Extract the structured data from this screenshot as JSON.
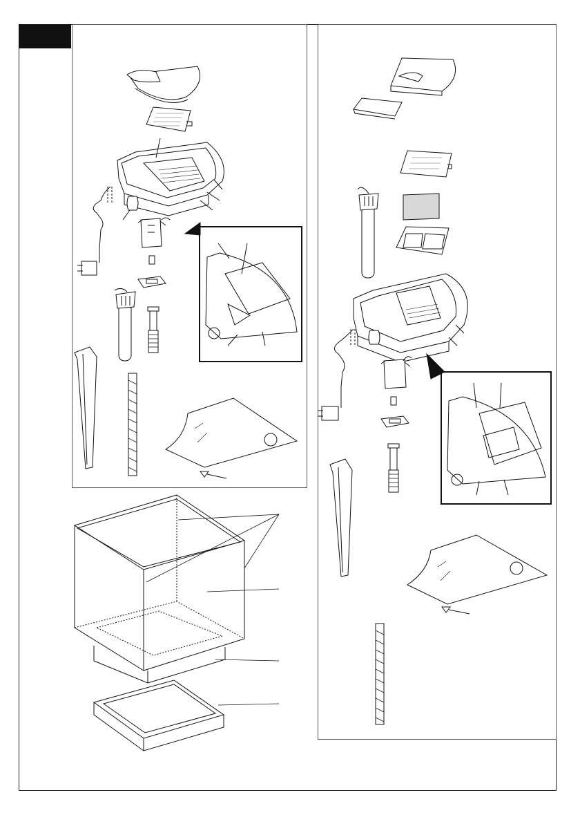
{
  "colors": {
    "ink": "#111111",
    "panel_border": "#555555",
    "corner_tab": "#111111",
    "filter_pad": "#d8d8d8"
  },
  "diagram": {
    "type": "exploded-assembly",
    "panels": [
      "kit-a",
      "kit-b",
      "aquarium-assembly"
    ]
  }
}
